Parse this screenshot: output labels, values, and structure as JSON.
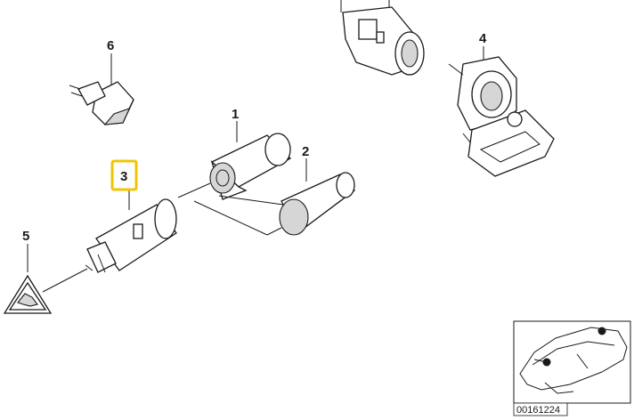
{
  "callouts": [
    {
      "id": "1",
      "label": "1"
    },
    {
      "id": "2",
      "label": "2"
    },
    {
      "id": "3",
      "label": "3"
    },
    {
      "id": "4",
      "label": "4"
    },
    {
      "id": "5",
      "label": "5"
    },
    {
      "id": "6",
      "label": "6"
    }
  ],
  "highlight": {
    "label": "3",
    "color": "#f2c500"
  },
  "diagram_ref": "00161224"
}
